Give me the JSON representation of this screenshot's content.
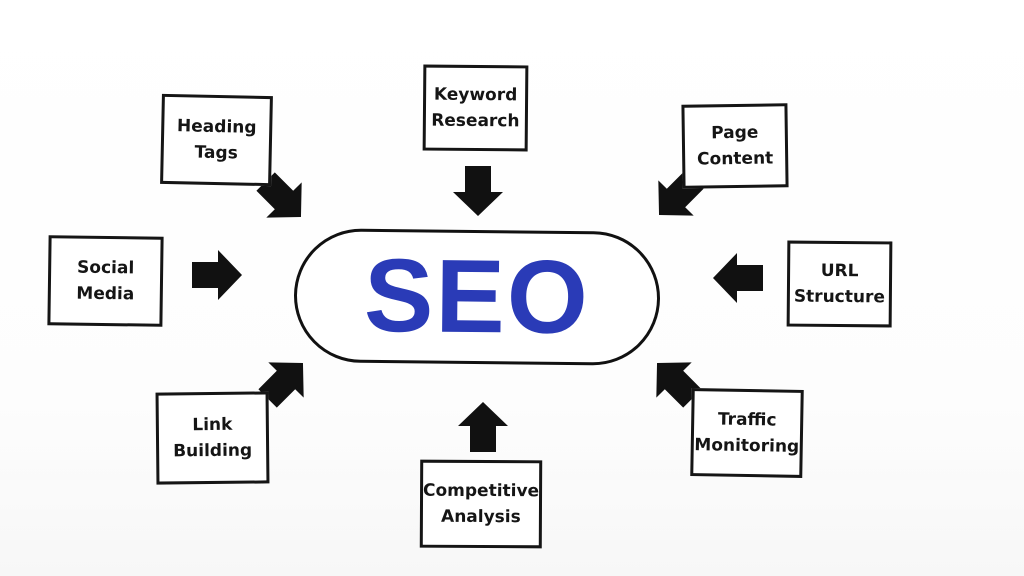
{
  "hub": {
    "label": "SEO"
  },
  "nodes": {
    "heading_tags": "Heading\nTags",
    "keyword_research": "Keyword\nResearch",
    "page_content": "Page\nContent",
    "social_media": "Social\nMedia",
    "url_structure": "URL\nStructure",
    "link_building": "Link\nBuilding",
    "traffic_monitoring": "Traffic\nMonitoring",
    "competitive_analysis": "Competitive\nAnalysis"
  },
  "colors": {
    "hub_text": "#2a3bb7",
    "outline": "#151515",
    "arrow": "#111111"
  }
}
